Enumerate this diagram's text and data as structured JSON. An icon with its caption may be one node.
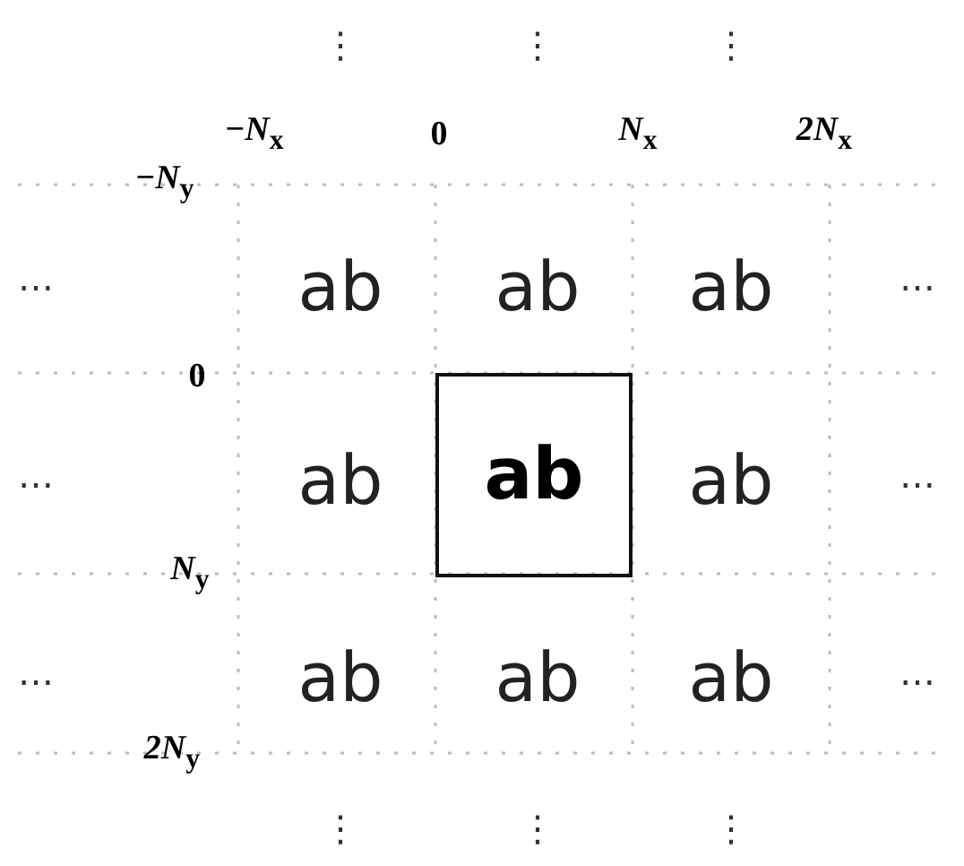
{
  "diagram": {
    "nodes": [
      {
        "text": [
          "ab"
        ]
      }
    ],
    "edges": [],
    "labels": [
      "⋮",
      "⋮",
      "⋮",
      "−*N*$_{x}$",
      "0",
      "*N*$_{x}$",
      "*2N*$_{x}$",
      "−*N*$_{y}$",
      "…",
      "ab",
      "ab",
      "ab",
      "…",
      "0",
      "…",
      "ab",
      "ab",
      "…",
      "*N*$_{y}$",
      "…",
      "ab",
      "ab",
      "ab",
      "…",
      "*2N*$_{y}$",
      "⋮",
      "⋮",
      "⋮"
    ]
  }
}
